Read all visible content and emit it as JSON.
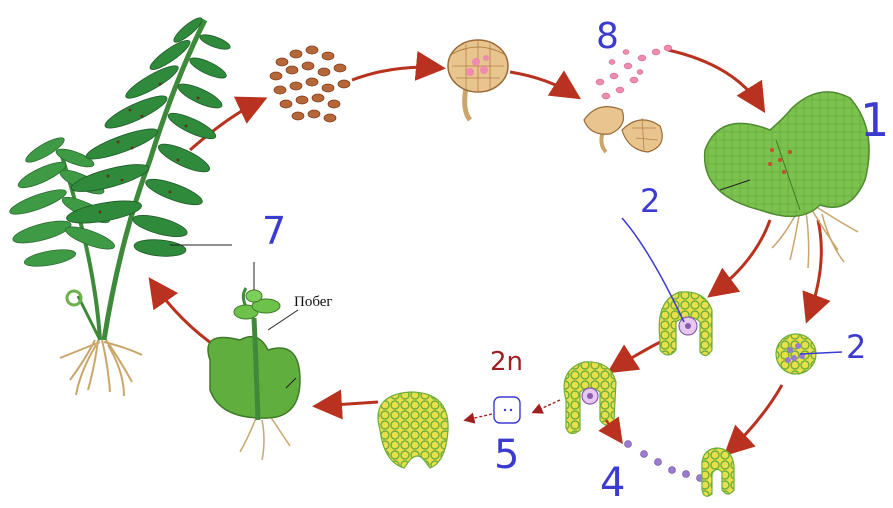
{
  "labels": {
    "n1": "1",
    "n2_top": "2",
    "n2_right": "2",
    "n4": "4",
    "n5": "5",
    "n7": "7",
    "n8": "8",
    "ploidy": "2n",
    "shoot": "Побег"
  },
  "colors": {
    "arrow": "#b8321f",
    "pen_blue": "#3b3bd0",
    "ploidy_red": "#a02020",
    "leaf_dark": "#2f7a3a",
    "leaf_light": "#8ccf5a",
    "cell_fill": "#f0e04a",
    "cell_edge": "#7bb13a",
    "spore": "#b5673a",
    "gamete": "#9a7bd0",
    "root": "#c9a66b"
  },
  "icons": {
    "fern": "fern-sporophyte-icon",
    "spores": "spore-cluster-icon",
    "sporangium": "sporangium-icon",
    "prothallus": "prothallus-gametophyte-icon",
    "archegonium": "archegonium-icon",
    "antheridium": "antheridium-icon",
    "zygote": "zygote-icon",
    "embryo": "embryo-icon",
    "young_plant": "young-sporophyte-icon"
  }
}
